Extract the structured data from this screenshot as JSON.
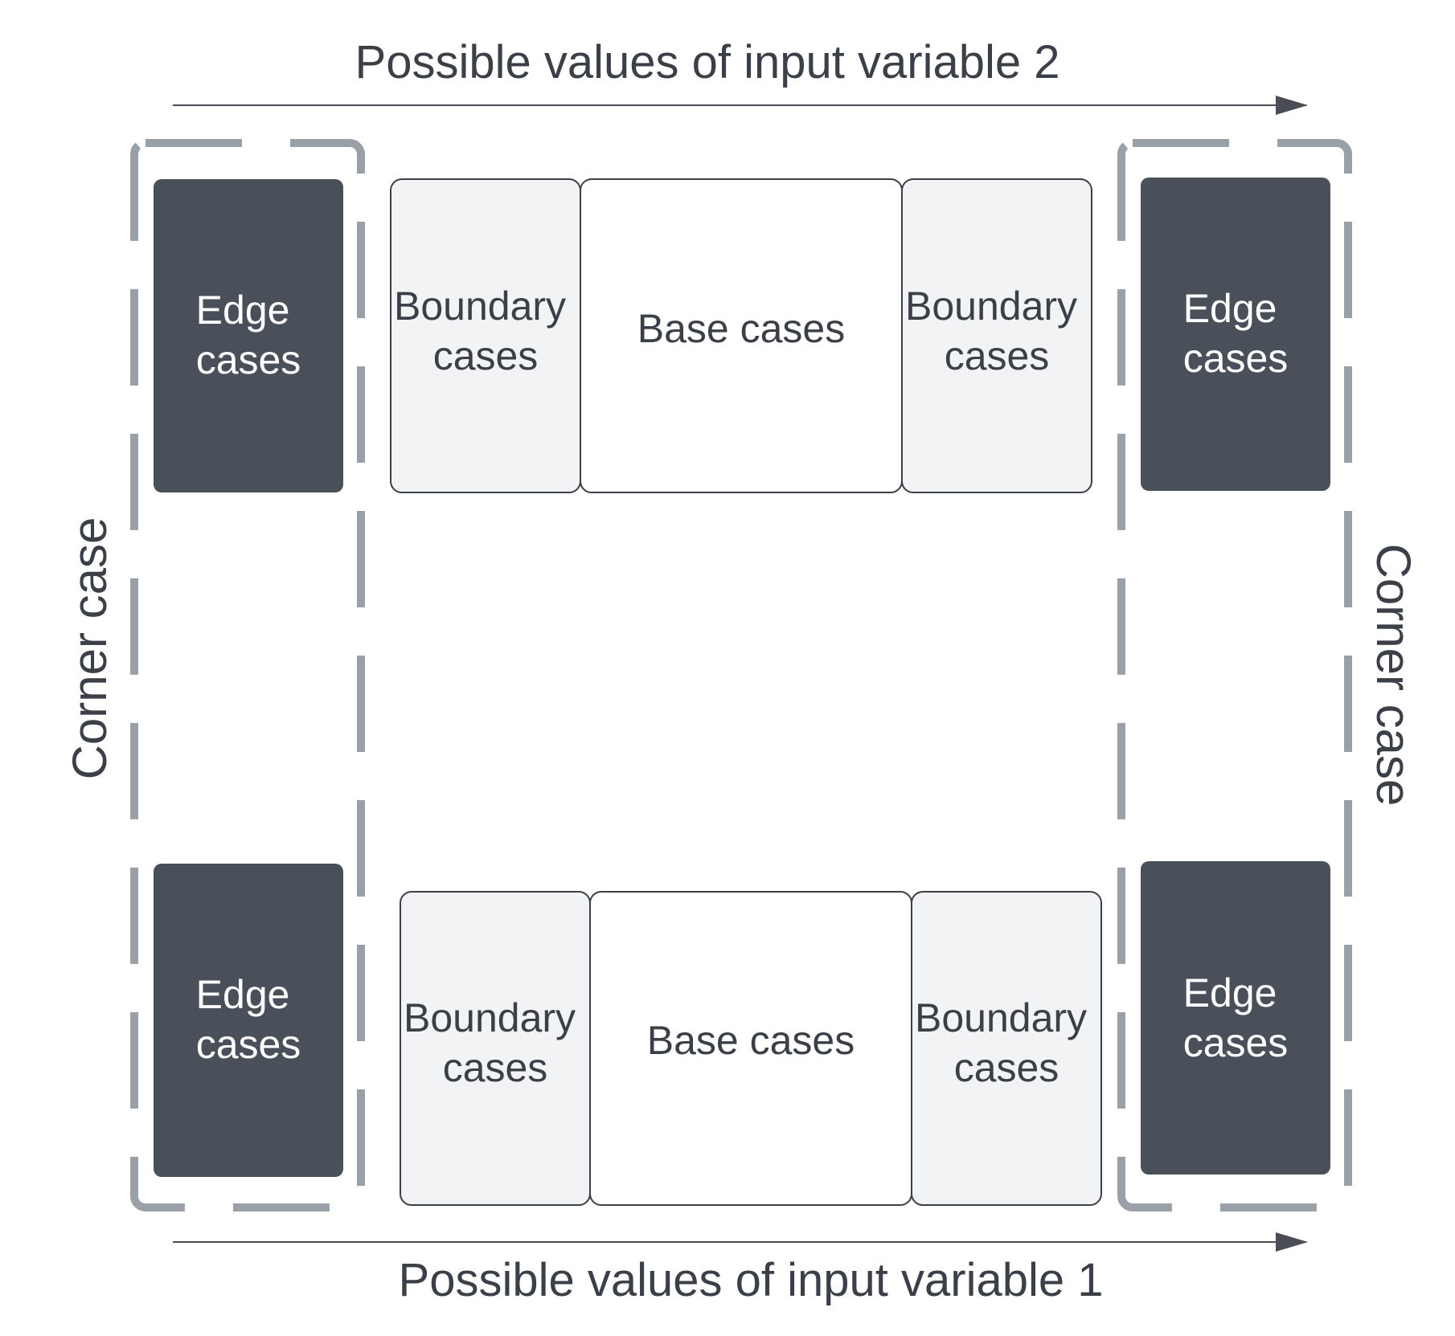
{
  "axis_top_label": "Possible values of input variable 2",
  "axis_bottom_label": "Possible values of input variable 1",
  "corner_left_label": "Corner case",
  "corner_right_label": "Corner case",
  "rows": {
    "top": {
      "edge_left": [
        "Edge",
        "cases"
      ],
      "boundary_left": [
        "Boundary",
        "cases"
      ],
      "base": "Base cases",
      "boundary_right": [
        "Boundary",
        "cases"
      ],
      "edge_right": [
        "Edge",
        "cases"
      ]
    },
    "bottom": {
      "edge_left": [
        "Edge",
        "cases"
      ],
      "boundary_left": [
        "Boundary",
        "cases"
      ],
      "base": "Base cases",
      "boundary_right": [
        "Boundary",
        "cases"
      ],
      "edge_right": [
        "Edge",
        "cases"
      ]
    }
  },
  "colors": {
    "edge_fill": "#4a5059",
    "boundary_fill": "#f2f3f4",
    "base_fill": "#ffffff",
    "dashed_border": "#9aa0a8",
    "text_dark": "#3b3f48",
    "arrow": "#4a4d55"
  }
}
